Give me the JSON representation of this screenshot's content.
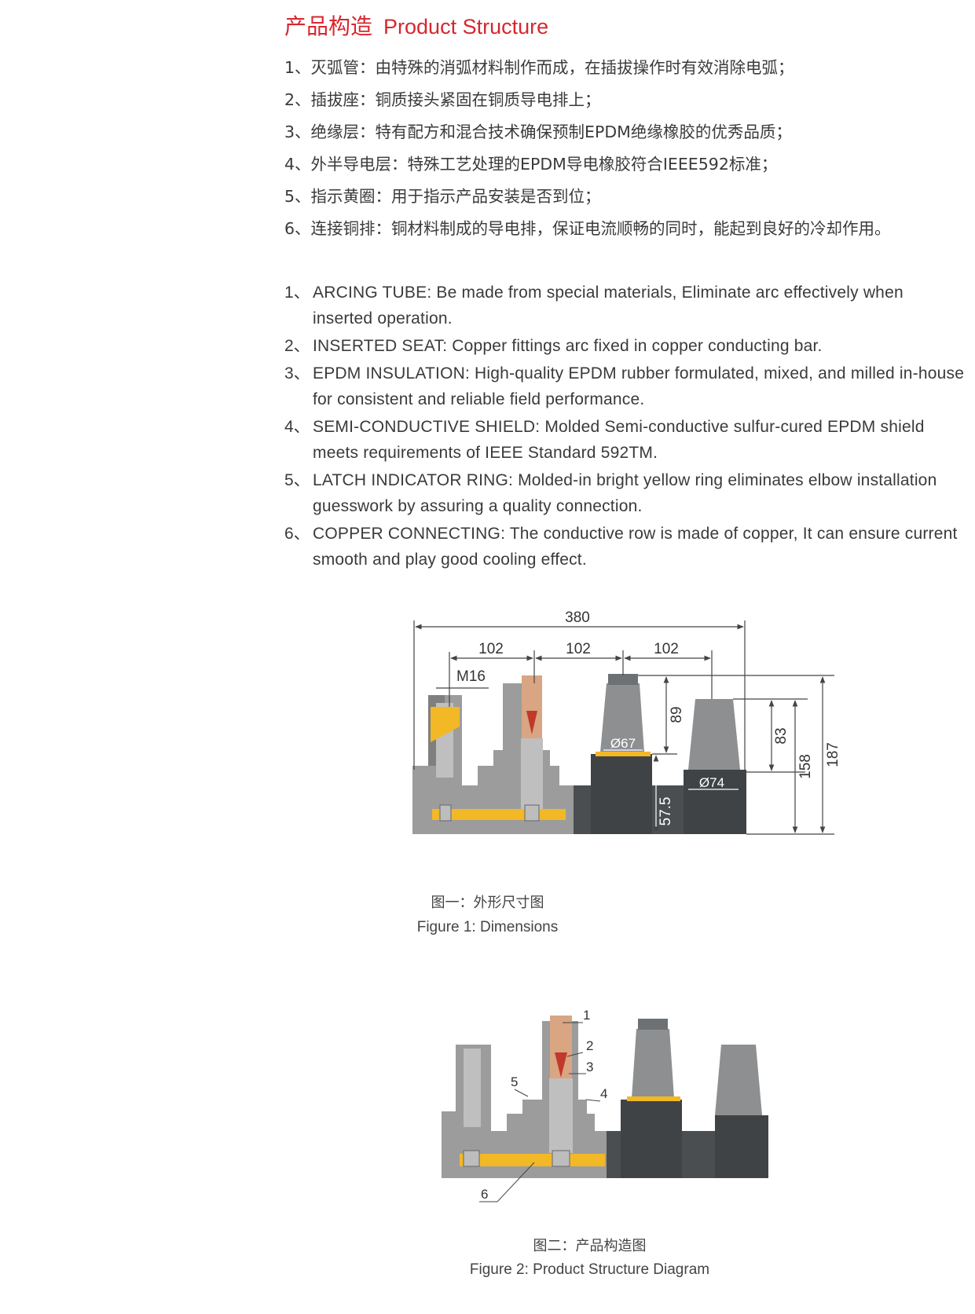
{
  "header": {
    "title_cn": "产品构造",
    "title_en": "Product Structure"
  },
  "cn_items": [
    "1、灭弧管：由特殊的消弧材料制作而成，在插拔操作时有效消除电弧；",
    "2、插拔座：铜质接头紧固在铜质导电排上；",
    "3、绝缘层：特有配方和混合技术确保预制EPDM绝缘橡胶的优秀品质；",
    "4、外半导电层：特殊工艺处理的EPDM导电橡胶符合IEEE592标准；",
    "5、指示黄圈：用于指示产品安装是否到位；",
    "6、连接铜排：铜材料制成的导电排，保证电流顺畅的同时，能起到良好的冷却作用。"
  ],
  "en_items": [
    {
      "num": "1、",
      "text": "ARCING TUBE: Be made from special materials, Eliminate arc effectively when inserted operation."
    },
    {
      "num": "2、",
      "text": "INSERTED SEAT: Copper fittings arc fixed in copper conducting bar."
    },
    {
      "num": "3、",
      "text": "EPDM INSULATION: High-quality EPDM rubber formulated, mixed, and milled in-house for consistent and reliable field performance."
    },
    {
      "num": "4、",
      "text": "SEMI-CONDUCTIVE SHIELD: Molded Semi-conductive sulfur-cured EPDM shield meets requirements of IEEE Standard 592TM."
    },
    {
      "num": "5、",
      "text": "LATCH INDICATOR RING: Molded-in bright yellow ring eliminates elbow installation guesswork by assuring a quality connection."
    },
    {
      "num": "6、",
      "text": "COPPER CONNECTING: The conductive row is made of copper, It can ensure current smooth and play good cooling effect."
    }
  ],
  "figure1": {
    "dims": {
      "total_width": "380",
      "pitch_1": "102",
      "pitch_2": "102",
      "pitch_3": "102",
      "thread": "M16",
      "h_89": "89",
      "dia_67": "Ø67",
      "h_83": "83",
      "dia_74": "Ø74",
      "h_158": "158",
      "h_187": "187",
      "h_57_5": "57.5"
    },
    "caption_cn": "图一：外形尺寸图",
    "caption_en": "Figure 1: Dimensions"
  },
  "figure2": {
    "callouts": [
      "1",
      "2",
      "3",
      "4",
      "5",
      "6"
    ],
    "caption_cn": "图二：产品构造图",
    "caption_en": "Figure 2: Product Structure Diagram"
  },
  "colors": {
    "title_red": "#d7262e",
    "body_gray": "#9a9a9a",
    "dark_gray": "#4a4e50",
    "yellow": "#f3b826",
    "copper": "#d9a582"
  }
}
